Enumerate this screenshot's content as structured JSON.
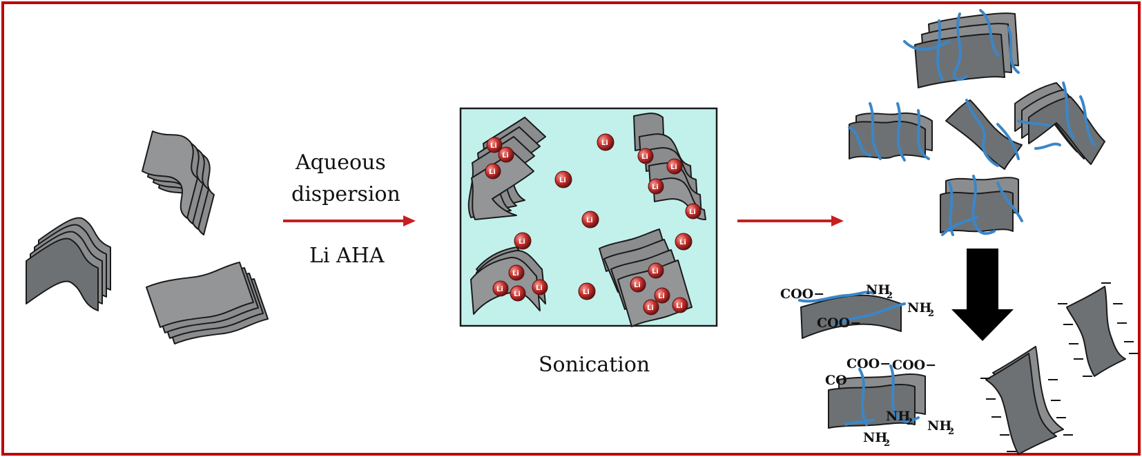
{
  "labels": {
    "step1_line1": "Aqueous",
    "step1_line2": "dispersion",
    "step1_reagent": "Li AHA",
    "step2_label": "Sonication"
  },
  "ion": {
    "symbol": "Li"
  },
  "chem_groups": {
    "carboxylate": "COO−",
    "amine": "NH",
    "amine_subscript": "2",
    "negative_charge": "−",
    "clipped_carboxylate": "CO"
  },
  "colors": {
    "frame": "#c00000",
    "arrow": "#c81e1e",
    "sheet": "#8a8c8e",
    "polymer": "#3b86c8",
    "solution": "#c2f1ec",
    "ion": "#c8322f"
  }
}
